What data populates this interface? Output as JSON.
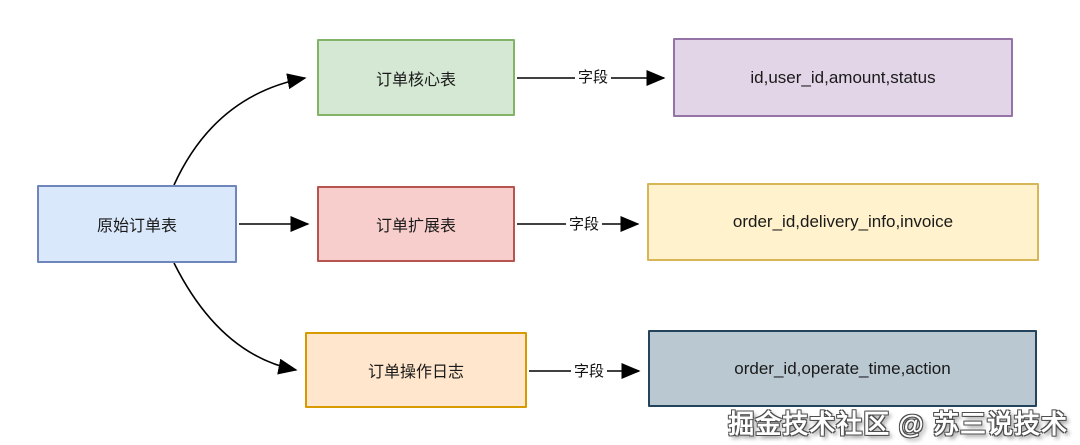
{
  "diagram": {
    "source_node": {
      "label": "原始订单表",
      "fill": "#dae8fc",
      "stroke": "#6f86ba"
    },
    "rows": [
      {
        "table": {
          "label": "订单核心表",
          "fill": "#d5e8d4",
          "stroke": "#82b366"
        },
        "edge_label": "字段",
        "fields": {
          "label": "id,user_id,amount,status",
          "fill": "#e1d5e7",
          "stroke": "#9673a6"
        }
      },
      {
        "table": {
          "label": "订单扩展表",
          "fill": "#f8cecc",
          "stroke": "#b85450"
        },
        "edge_label": "字段",
        "fields": {
          "label": "order_id,delivery_info,invoice",
          "fill": "#fff2cc",
          "stroke": "#d6b656"
        }
      },
      {
        "table": {
          "label": "订单操作日志",
          "fill": "#ffe6cc",
          "stroke": "#d79b00"
        },
        "edge_label": "字段",
        "fields": {
          "label": "order_id,operate_time,action",
          "fill": "#bac8d2",
          "stroke": "#23445c"
        }
      }
    ],
    "edge_color": "#000000",
    "watermark": "掘金技术社区 @ 苏三说技术"
  }
}
